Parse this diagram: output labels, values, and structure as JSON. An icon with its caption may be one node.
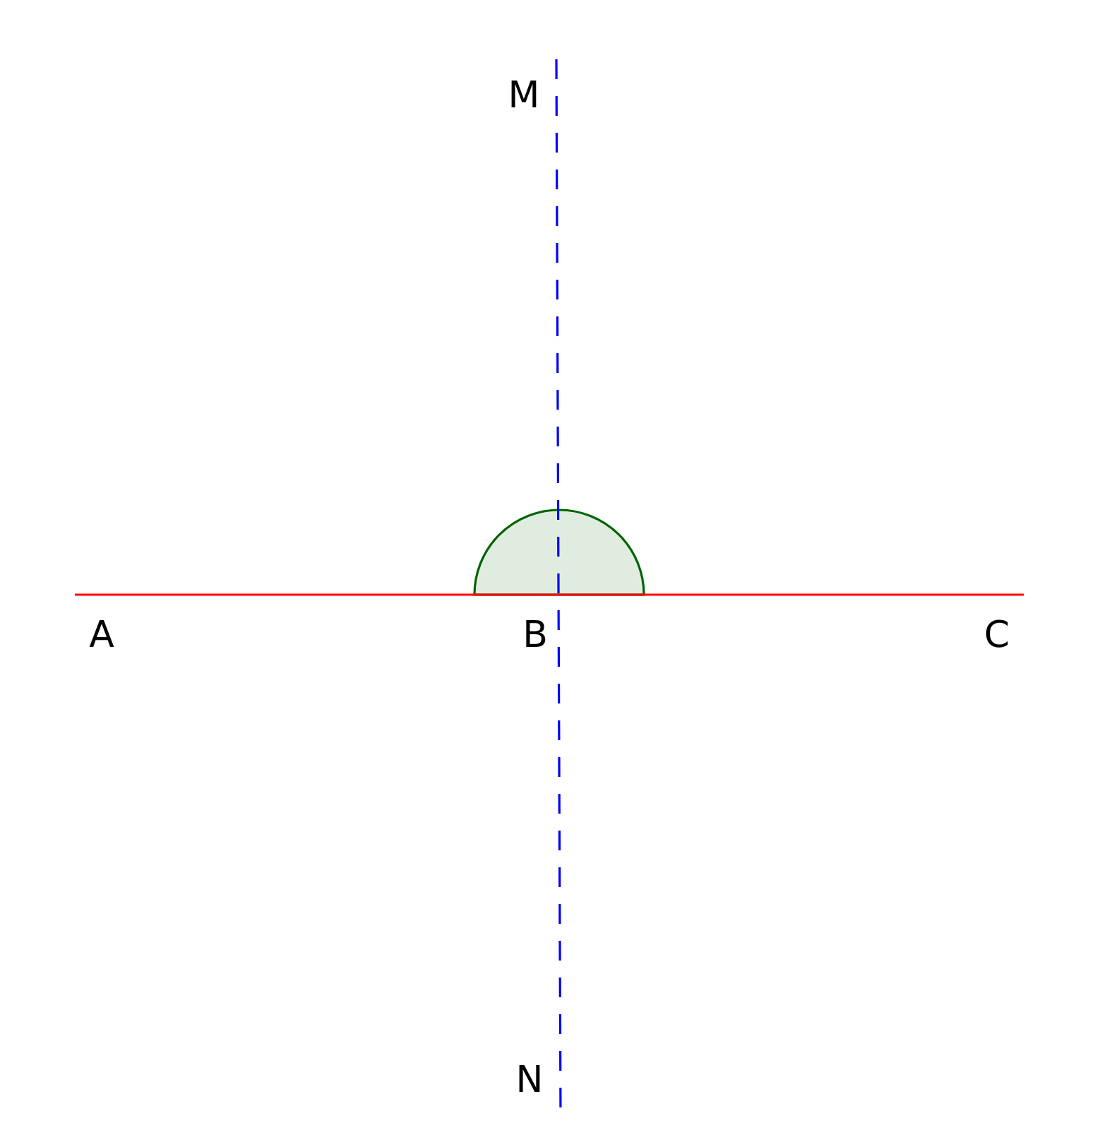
{
  "diagram": {
    "labels": [
      "M",
      "A",
      "B",
      "C",
      "N"
    ]
  }
}
